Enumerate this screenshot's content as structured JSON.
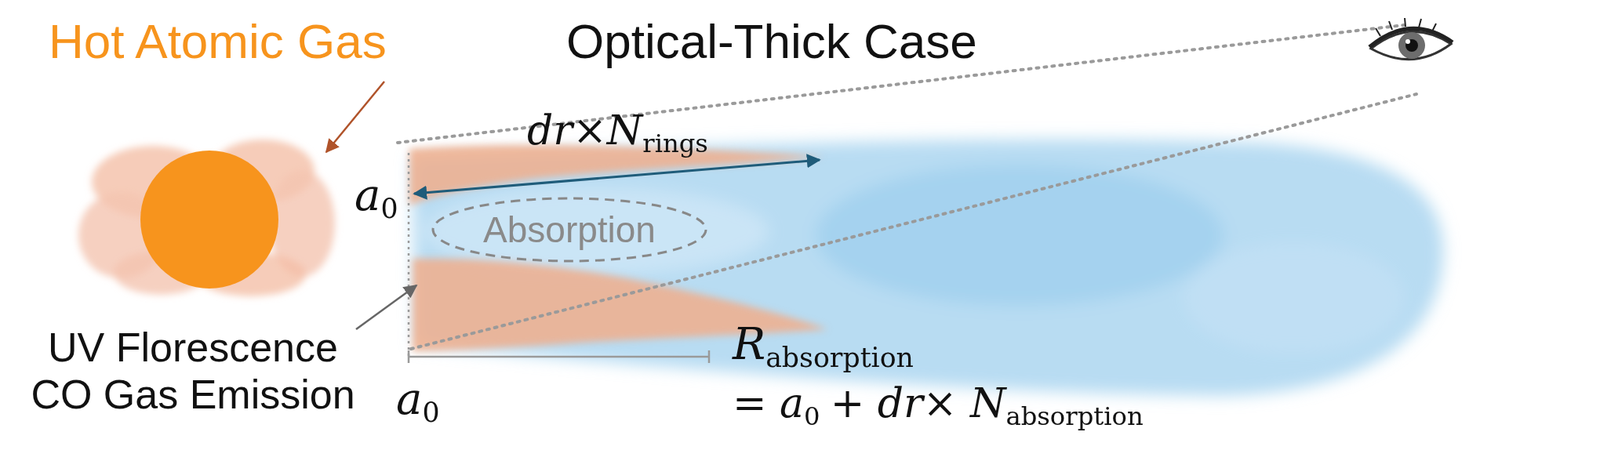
{
  "diagram": {
    "title": "Optical-Thick Case",
    "nodes": [
      {
        "text": [
          "Absorption"
        ]
      }
    ],
    "labels": [
      "Hot Atomic Gas",
      "dr×N",
      "rings",
      "a",
      "0",
      "UV Florescence CO Gas Emission",
      "a",
      "0",
      "R",
      "absorption",
      "= a",
      "0",
      "+ dr× N",
      "absorption"
    ]
  }
}
